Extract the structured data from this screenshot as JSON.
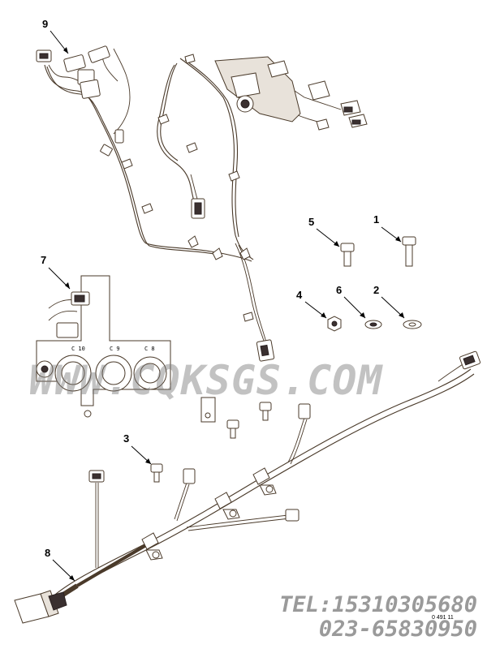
{
  "diagram": {
    "callouts": [
      {
        "id": "9",
        "label": "9"
      },
      {
        "id": "7",
        "label": "7"
      },
      {
        "id": "5",
        "label": "5"
      },
      {
        "id": "1",
        "label": "1"
      },
      {
        "id": "4",
        "label": "4"
      },
      {
        "id": "6",
        "label": "6"
      },
      {
        "id": "2",
        "label": "2"
      },
      {
        "id": "3",
        "label": "3"
      },
      {
        "id": "8",
        "label": "8"
      }
    ],
    "plate_labels": [
      "C 10",
      "C 9",
      "C 8"
    ],
    "watermark": "WWW.CQKSGS.COM",
    "contact_tel": "TEL:15310305680",
    "contact_phone": "023-65830950",
    "figure_number": "0 491 11"
  }
}
